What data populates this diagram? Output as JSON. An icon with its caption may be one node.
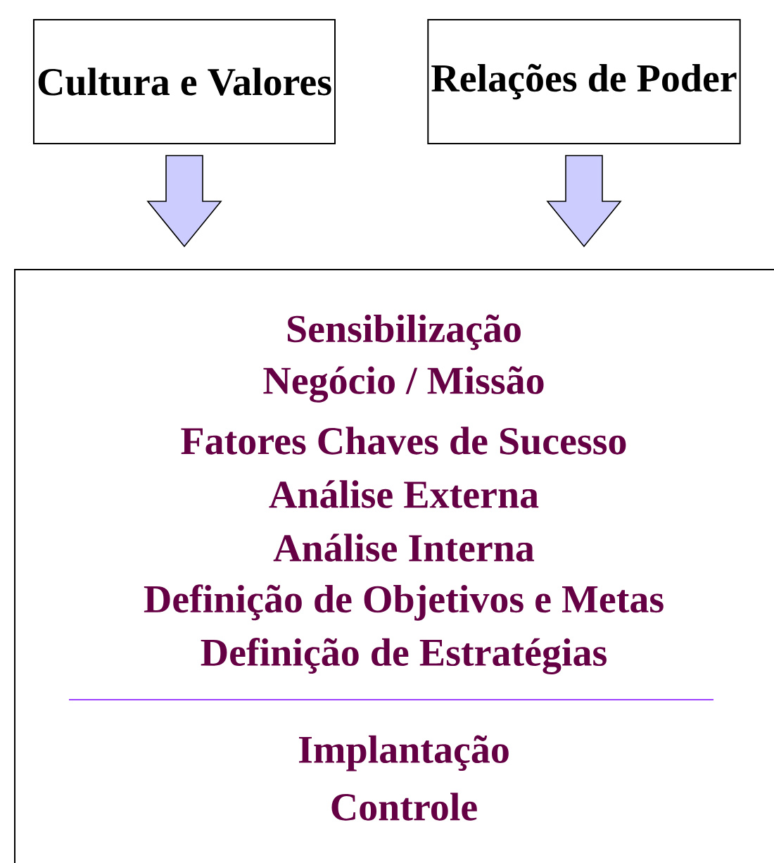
{
  "diagram": {
    "nodes": [
      {
        "text": [
          "Cultura e Valores"
        ]
      },
      {
        "text": [
          "Relações de Poder"
        ]
      },
      {
        "text": [
          "Sensibilização",
          "Negócio / Missão",
          "Fatores Chaves de Sucesso",
          "Análise Externa",
          "Análise Interna",
          "Definição de Objetivos e Metas",
          "Definição de Estratégias",
          "Implantação",
          "Controle"
        ]
      }
    ],
    "edges": [
      {
        "from": 0,
        "to": 2,
        "arrow": "to"
      },
      {
        "from": 1,
        "to": 2,
        "arrow": "to"
      }
    ]
  }
}
